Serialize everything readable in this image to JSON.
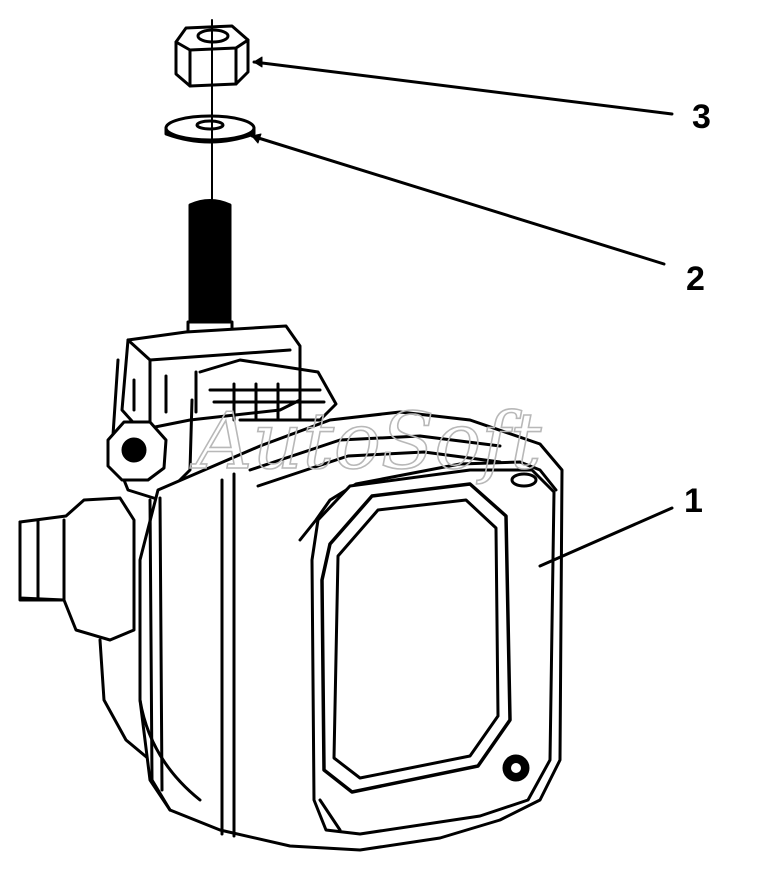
{
  "diagram": {
    "watermark": "AutoSoft",
    "callouts": [
      {
        "id": "1",
        "label": "1",
        "part": "lamp-housing"
      },
      {
        "id": "2",
        "label": "2",
        "part": "washer"
      },
      {
        "id": "3",
        "label": "3",
        "part": "nut"
      }
    ]
  }
}
